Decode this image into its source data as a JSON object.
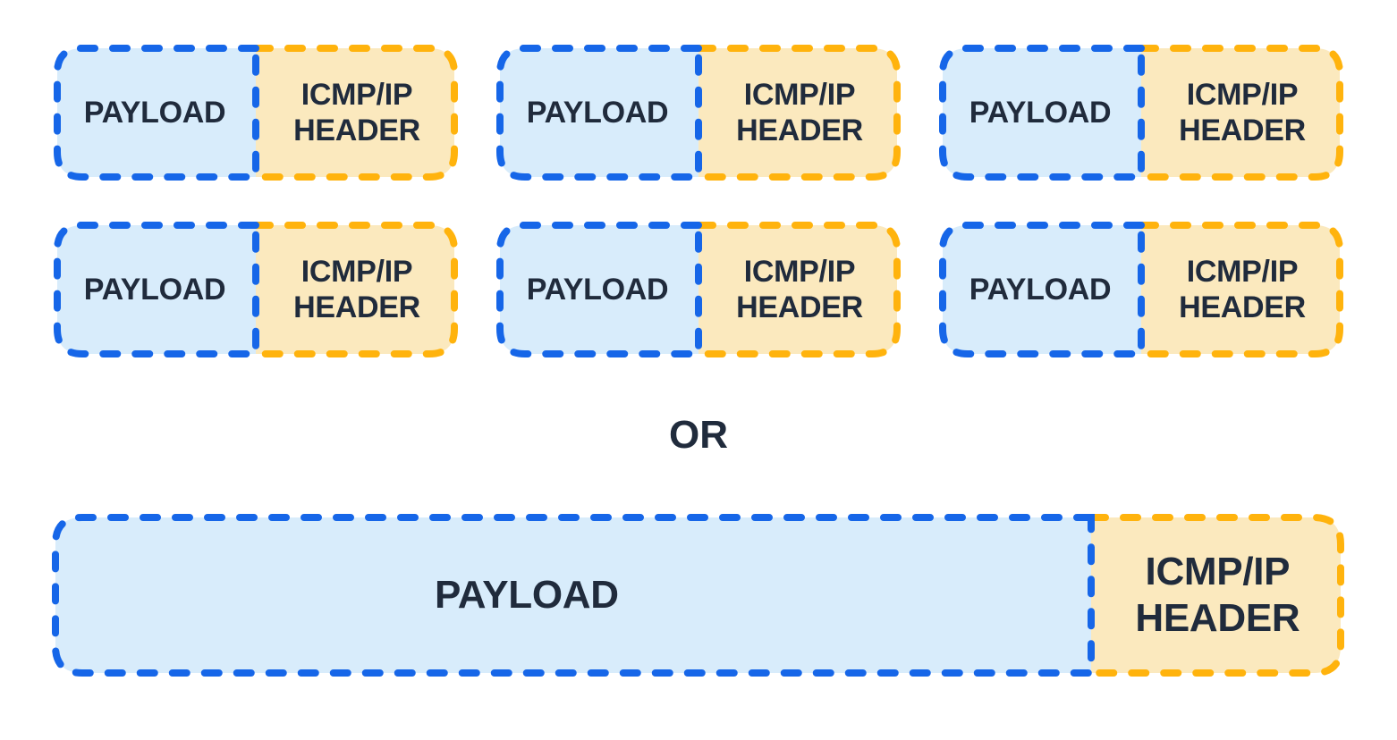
{
  "colors": {
    "payload_fill": "#D8ECFB",
    "payload_border": "#1666E8",
    "header_fill": "#FBE9BE",
    "header_border": "#FFB30D",
    "text_color": "#202B3C",
    "background": "#FFFFFF"
  },
  "or_label": "OR",
  "fragments": [
    {
      "payload": "PAYLOAD",
      "header": "ICMP/IP\nHEADER"
    },
    {
      "payload": "PAYLOAD",
      "header": "ICMP/IP\nHEADER"
    },
    {
      "payload": "PAYLOAD",
      "header": "ICMP/IP\nHEADER"
    },
    {
      "payload": "PAYLOAD",
      "header": "ICMP/IP\nHEADER"
    },
    {
      "payload": "PAYLOAD",
      "header": "ICMP/IP\nHEADER"
    },
    {
      "payload": "PAYLOAD",
      "header": "ICMP/IP\nHEADER"
    }
  ],
  "single": {
    "payload": "PAYLOAD",
    "header": "ICMP/IP\nHEADER"
  }
}
